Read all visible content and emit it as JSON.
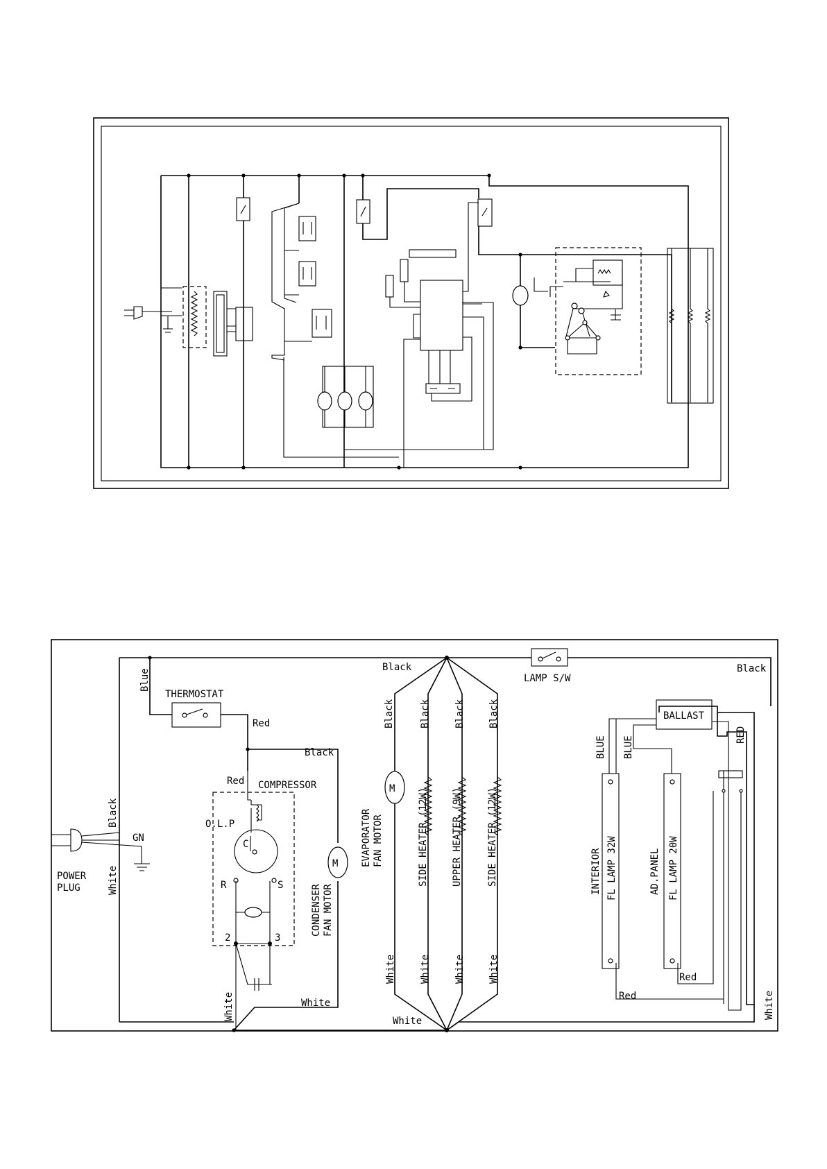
{
  "diagram": {
    "labels": {
      "black_top": "Black",
      "black_right": "Black",
      "blue_left": "Blue",
      "thermostat": "THERMOSTAT",
      "red_thermo": "Red",
      "black_comp": "Black",
      "red_comp": "Red",
      "compressor": "COMPRESSOR",
      "olp": "O.L.P",
      "c": "C",
      "r": "R",
      "s": "S",
      "two": "2",
      "three": "3",
      "black_plug": "Black",
      "gn": "GN",
      "power_plug": "POWER\nPLUG",
      "white_plug": "White",
      "motor_m": "M",
      "condenser_fan_motor": "CONDENSER\nFAN MOTOR",
      "white_comp": "White",
      "white_bottom_left": "White",
      "lamp_sw": "LAMP S/W",
      "black_v1": "Black",
      "black_v2": "Black",
      "black_v3": "Black",
      "black_v4": "Black",
      "evaporator_fan_motor": "EVAPORATOR\nFAN MOTOR",
      "side_heater_1": "SIDE HEATER (12W)",
      "upper_heater": "UPPER HEATER (9W)",
      "side_heater_2": "SIDE HEATER (12W)",
      "white_v1": "White",
      "white_v2": "White",
      "white_v3": "White",
      "white_v4": "White",
      "white_bottom_center": "White",
      "ballast": "BALLAST",
      "blue_1": "BLUE",
      "blue_2": "BLUE",
      "red_ballast": "RED",
      "interior": "INTERIOR",
      "fl_lamp_32": "FL LAMP 32W",
      "ad_panel": "AD.PANEL",
      "fl_lamp_20": "FL LAMP 20W",
      "red_lamp1": "Red",
      "red_lamp2": "Red",
      "white_right": "White"
    }
  }
}
